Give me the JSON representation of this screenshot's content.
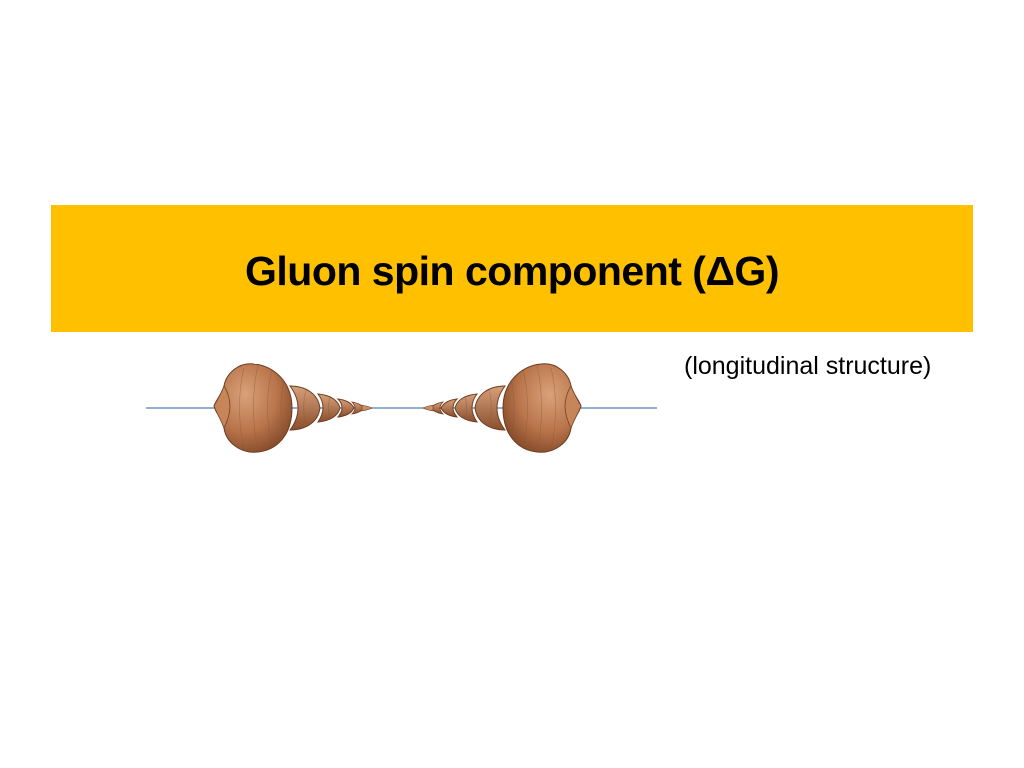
{
  "slide": {
    "title": "Gluon spin component (ΔG)",
    "subtitle": "(longitudinal structure)"
  },
  "illustration": {
    "left_shell_icon": "seashell-icon",
    "right_shell_icon": "seashell-icon",
    "axis_line": "horizontal-axis-line"
  },
  "colors": {
    "title_band": "#ffc000",
    "axis_line": "#4f81bd",
    "shell_body": "#b9744a",
    "shell_dark": "#7b4426"
  }
}
